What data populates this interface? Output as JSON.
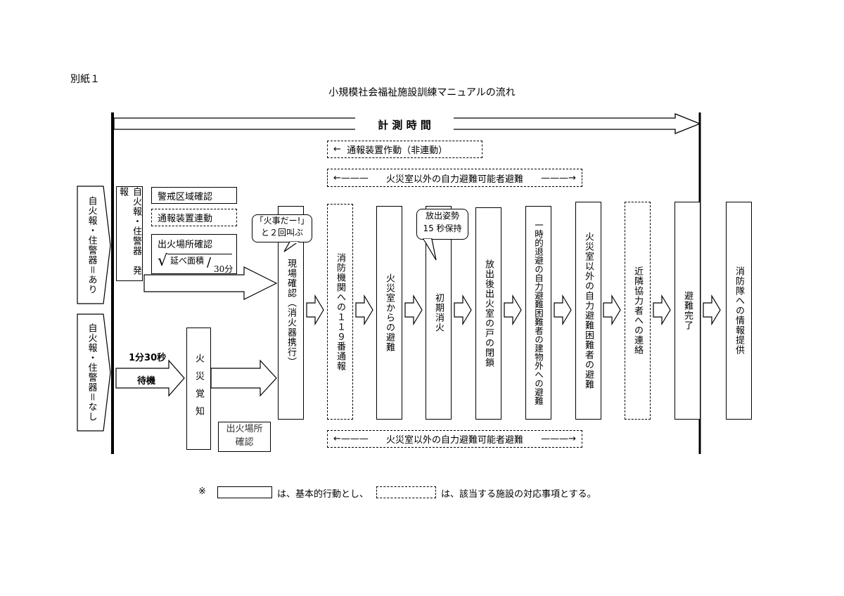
{
  "annex_label": "別紙１",
  "title": "小規模社会福祉施設訓練マニュアルの流れ",
  "timeline_label": "計 測 時 間",
  "top_dashed": [
    "通報装置作動（非連動）",
    "火災室以外の自力避難可能者避難"
  ],
  "bottom_dashed": "火災室以外の自力避難可能者避難",
  "conditions": [
    "自火報・住警器＝あり",
    "自火報・住警器＝なし"
  ],
  "alarm_box": "自火報・住警器　発報",
  "side_boxes": [
    "警戒区域確認",
    "通報装置連動",
    "出火場所確認"
  ],
  "formula": {
    "numerator": "延べ面積",
    "denominator": "30分"
  },
  "wait_time": "1分30秒",
  "wait_label": "待機",
  "fire_detect": "火災覚知",
  "fire_location_check": "出火場所確認",
  "bubble_shout": [
    "「火事だー!」",
    "と２回叫ぶ"
  ],
  "bubble_discharge": [
    "放出姿勢",
    "15 秒保持"
  ],
  "steps": [
    {
      "label": "現場確認（消火器携行）",
      "dashed": false
    },
    {
      "label": "消防機関への１１９番通報",
      "dashed": true
    },
    {
      "label": "火災室からの避難",
      "dashed": false
    },
    {
      "label": "初期消火",
      "dashed": false
    },
    {
      "label": "放出後出火室の戸の閉鎖",
      "dashed": false
    },
    {
      "label": "一時的退避の自力避難困難者の建物外への避難",
      "dashed": false
    },
    {
      "label": "火災室以外の自力避難困難者の避難",
      "dashed": false
    },
    {
      "label": "近隣協力者への連絡",
      "dashed": true
    },
    {
      "label": "避難完了",
      "dashed": false
    },
    {
      "label": "消防隊への情報提供",
      "dashed": false
    }
  ],
  "legend": {
    "mark": "※",
    "solid_text": "は、基本的行動とし、",
    "dashed_text": "は、該当する施設の対応事項とする。"
  }
}
